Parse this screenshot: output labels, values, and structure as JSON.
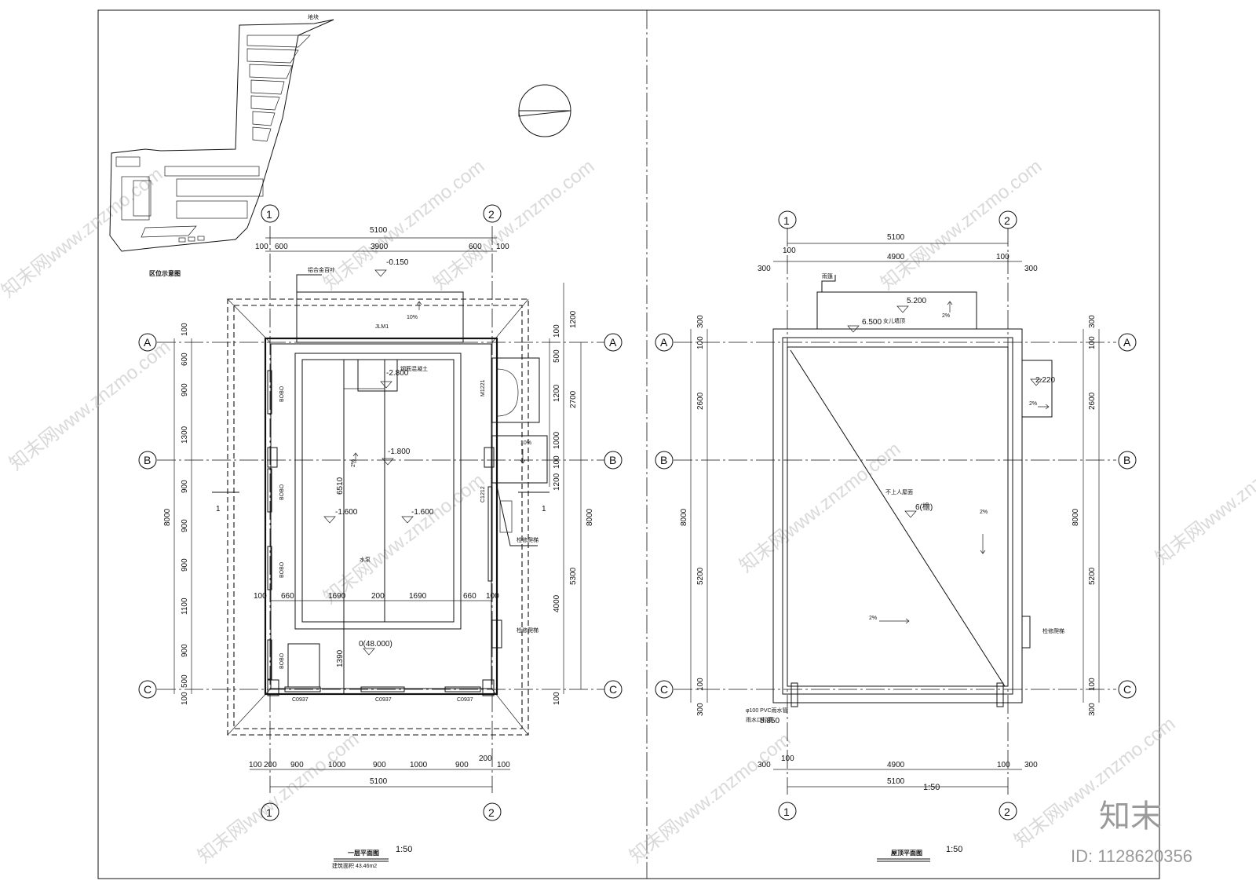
{
  "sheet": {
    "left_plan": {
      "title": "一层平面图",
      "scale": "1:50",
      "area_note": "建筑面积 43.46m2",
      "site_caption": "区位示意图",
      "axes_vertical": [
        "1",
        "2"
      ],
      "axes_horizontal": [
        "A",
        "B",
        "C"
      ],
      "top_dims": [
        "100",
        "600",
        "3900",
        "600",
        "100"
      ],
      "top_total": "5100",
      "bottom_dims": [
        "100",
        "200",
        "900",
        "1000",
        "900",
        "1000",
        "900",
        "200",
        "100"
      ],
      "bottom_total": "5100",
      "left_dims": [
        "100",
        "600",
        "900",
        "1300",
        "900",
        "900",
        "900",
        "1100",
        "900",
        "500",
        "100"
      ],
      "left_total": "8000",
      "right_dims_inner": [
        "500",
        "1200",
        "1000",
        "100",
        "1200"
      ],
      "right_dims_mid": [
        "1200",
        "2700",
        "5300"
      ],
      "right_dims_outer": [
        "4000"
      ],
      "right_total": "8000",
      "pool_dims": [
        "100",
        "660",
        "1690",
        "200",
        "1690",
        "660",
        "100"
      ],
      "pool_length": "6510",
      "pit_depth": "1390",
      "elevations": [
        "-0.150",
        "-2.800",
        "-1.800",
        "-1.600",
        "-1.600",
        "0(48.000)"
      ],
      "slopes": [
        "10%",
        "2%",
        "10%"
      ],
      "tags": [
        "JLM1",
        "M1221",
        "C1212",
        "C0937",
        "C0937",
        "C0937",
        "BOBO",
        "BOBO",
        "BOBO",
        "BOBO"
      ],
      "section_mark": "1",
      "notes": [
        "钢筋混凝土",
        "铝合金百叶",
        "水泵",
        "检修爬梯"
      ]
    },
    "right_plan": {
      "title": "屋顶平面图",
      "scale": "1:50",
      "scale_mid": "1:50",
      "axes_vertical": [
        "1",
        "2"
      ],
      "axes_horizontal": [
        "A",
        "B",
        "C"
      ],
      "top_dims": [
        "300",
        "100",
        "4900",
        "100",
        "300"
      ],
      "top_total": "5100",
      "bottom_dims": [
        "300",
        "100",
        "4900",
        "100",
        "300"
      ],
      "bottom_total": "5100",
      "left_dims": [
        "300",
        "100",
        "2600",
        "5200",
        "100",
        "300"
      ],
      "left_total": "8000",
      "right_dims": [
        "300",
        "100",
        "2600",
        "5200",
        "100",
        "300"
      ],
      "right_total": "8000",
      "elevations": [
        "5.200",
        "6.500",
        "2.220",
        "6(檐)",
        "5.850"
      ],
      "slopes": [
        "2%",
        "2%",
        "2%",
        "2%"
      ],
      "notes": [
        "雨篷",
        "女儿墙顶",
        "不上人屋面",
        "φ100 PVC雨水管",
        "检修爬梯",
        "雨水口标高"
      ]
    },
    "watermark": {
      "text": "知末网www.znzmo.com",
      "logo": "知末",
      "id_label": "ID: 1128620356"
    }
  }
}
